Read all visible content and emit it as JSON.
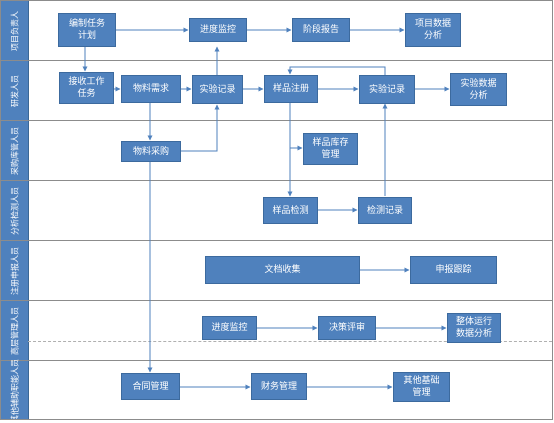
{
  "lanes": [
    {
      "id": "lane-project",
      "label": "项目负责人"
    },
    {
      "id": "lane-rnd",
      "label": "研发人员"
    },
    {
      "id": "lane-purchase",
      "label": "采购库管人员"
    },
    {
      "id": "lane-analysis",
      "label": "分析检测人员"
    },
    {
      "id": "lane-registration",
      "label": "注册申报人员"
    },
    {
      "id": "lane-senior",
      "label": "高层管理人员"
    },
    {
      "id": "lane-support",
      "label": "其他辅助职能人员"
    }
  ],
  "nodes": {
    "plan_task": "编制任务\n计划",
    "progress_monitor_top": "进度监控",
    "stage_report": "阶段报告",
    "project_data_analysis": "项目数据\n分析",
    "accept_task": "接收工作\n任务",
    "material_demand": "物料需求",
    "experiment_record_1": "实验记录",
    "sample_registration": "样品注册",
    "experiment_record_2": "实验记录",
    "experiment_data_analysis": "实验数据\n分析",
    "material_purchase": "物料采购",
    "sample_inventory": "样品库存\n管理",
    "sample_testing": "样品检测",
    "test_record": "检测记录",
    "document_collection": "文档收集",
    "application_tracking": "申报跟踪",
    "progress_monitor_senior": "进度监控",
    "decision_review": "决策评审",
    "overall_operation_analysis": "整体运行\n数据分析",
    "contract_management": "合同管理",
    "finance_management": "财务管理",
    "other_infrastructure_management": "其他基础\n管理"
  },
  "colors": {
    "node_fill": "#4f81bd",
    "node_border": "#3c6a9e",
    "node_text": "#ffffff",
    "connector": "#4f81bd",
    "lane_border": "#8c8c8c"
  }
}
